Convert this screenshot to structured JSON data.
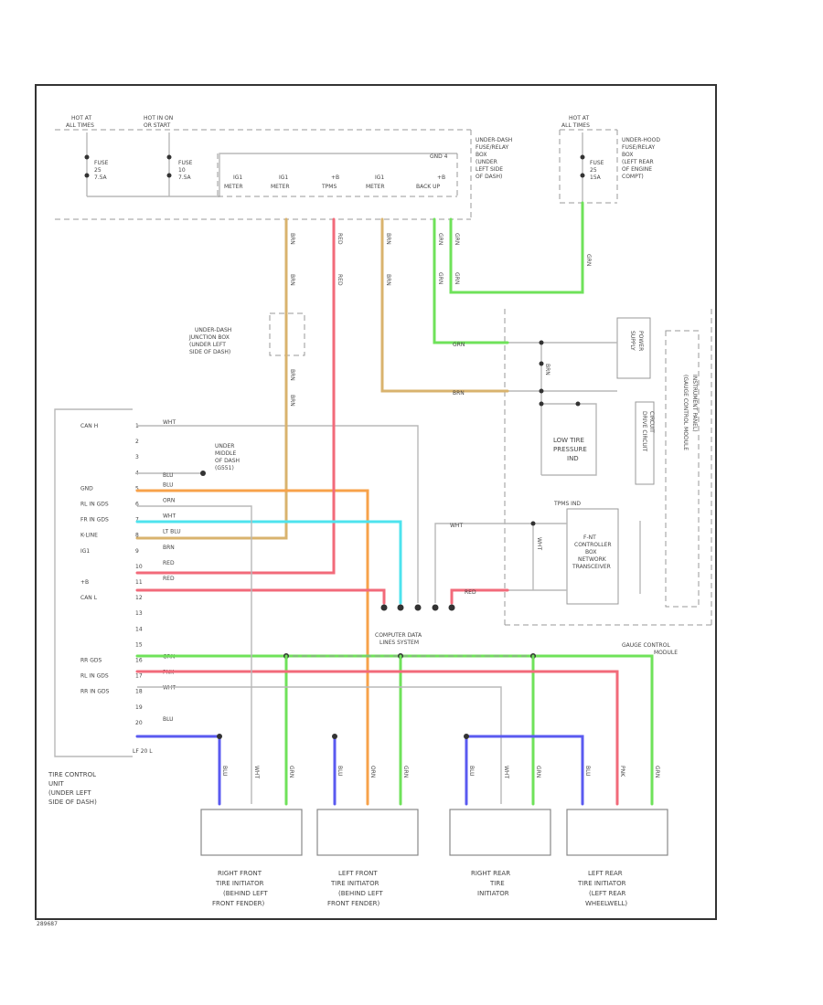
{
  "colors": {
    "green": "#6fe25a",
    "tan": "#d9b36e",
    "red": "#f26a7a",
    "orange": "#f7a24a",
    "cyan": "#4de3ee",
    "blue": "#5a5af0",
    "gray": "#b8b8b8"
  },
  "power": {
    "hot_at_battery_left": [
      "HOT AT",
      "ALL TIMES"
    ],
    "hot_in_on_start": [
      "HOT IN ON",
      "OR START"
    ],
    "fuse_a": [
      "FUSE",
      "25",
      "7.5A"
    ],
    "fuse_b": [
      "FUSE",
      "10",
      "7.5A"
    ],
    "relay_box_left": [
      "UNDER-DASH",
      "FUSE/RELAY",
      "BOX",
      "(UNDER",
      "LEFT SIDE",
      "OF DASH)"
    ],
    "relay_box_left_tag": "GND 4",
    "terminals": [
      "IG1",
      "IG1",
      "+B",
      "IG1",
      "+B"
    ],
    "terminal_desc": [
      "METER",
      "METER",
      "TPMS",
      "METER",
      "BACK UP"
    ],
    "hot_at_battery_right": [
      "HOT AT",
      "ALL TIMES"
    ],
    "fuse_c": [
      "FUSE",
      "25",
      "15A"
    ],
    "relay_box_right": [
      "UNDER-HOOD",
      "FUSE/RELAY",
      "BOX",
      "(LEFT REAR",
      "OF ENGINE",
      "COMPT)"
    ]
  },
  "junction": {
    "label": [
      "UNDER-DASH",
      "JUNCTION BOX",
      "(UNDER LEFT",
      "SIDE OF DASH)"
    ]
  },
  "ground": {
    "label": [
      "UNDER",
      "MIDDLE",
      "OF DASH",
      "(G551)"
    ]
  },
  "wires": {
    "grn": "GRN",
    "brn": "BRN",
    "red": "RED",
    "wht": "WHT",
    "blu": "BLU",
    "orn": "ORN",
    "ltblu": "LT BLU",
    "pnk": "PNK"
  },
  "tpms_unit": {
    "pins": [
      "1",
      "2",
      "3",
      "4",
      "5",
      "6",
      "7",
      "8",
      "9",
      "10",
      "11",
      "12",
      "13",
      "14",
      "15",
      "16",
      "17",
      "18",
      "19",
      "20"
    ],
    "pin_names": [
      "CAN H",
      "",
      "",
      "",
      "GND",
      "RL IN GDS",
      "FR IN GDS",
      "K-LINE",
      "IG1",
      "",
      "+B",
      "CAN L",
      "",
      "",
      "",
      "RR GDS",
      "RL IN GDS",
      "RR IN GDS",
      "",
      ""
    ],
    "label": [
      "TIRE CONTROL",
      "UNIT",
      "(UNDER LEFT",
      "SIDE OF DASH)"
    ],
    "bottom_tag": "LF 20 L"
  },
  "gauge": {
    "right_module": [
      "GAUGE CONTROL",
      "MODULE"
    ],
    "tpms_ind": "TPMS IND",
    "low_tire": [
      "LOW TIRE",
      "PRESSURE",
      "IND"
    ],
    "supply_label": [
      "SUPPLY",
      "POWER"
    ],
    "drive_circuit": [
      "DRIVE CIRCUIT",
      "CIRCUIT"
    ],
    "can_transceiver": [
      "F-NT",
      "CONTROLLER",
      "BOX",
      "NETWORK",
      "TRANSCEIVER"
    ],
    "vert_text": [
      "(GAUGE CONTROL MODULE",
      "INSTRUMENT PANEL)"
    ]
  },
  "data_line": {
    "label": [
      "COMPUTER DATA",
      "LINES SYSTEM"
    ]
  },
  "initiators": [
    {
      "name": [
        "RIGHT FRONT",
        "TIRE INITIATOR",
        "(BEHIND LEFT",
        "FRONT FENDER)"
      ]
    },
    {
      "name": [
        "LEFT FRONT",
        "TIRE INITIATOR",
        "(BEHIND LEFT",
        "FRONT FENDER)"
      ]
    },
    {
      "name": [
        "RIGHT REAR",
        "TIRE",
        "INITIATOR"
      ]
    },
    {
      "name": [
        "LEFT REAR",
        "TIRE INITIATOR",
        "(LEFT REAR",
        "WHEELWELL)"
      ]
    }
  ],
  "footer_tag": "289687"
}
